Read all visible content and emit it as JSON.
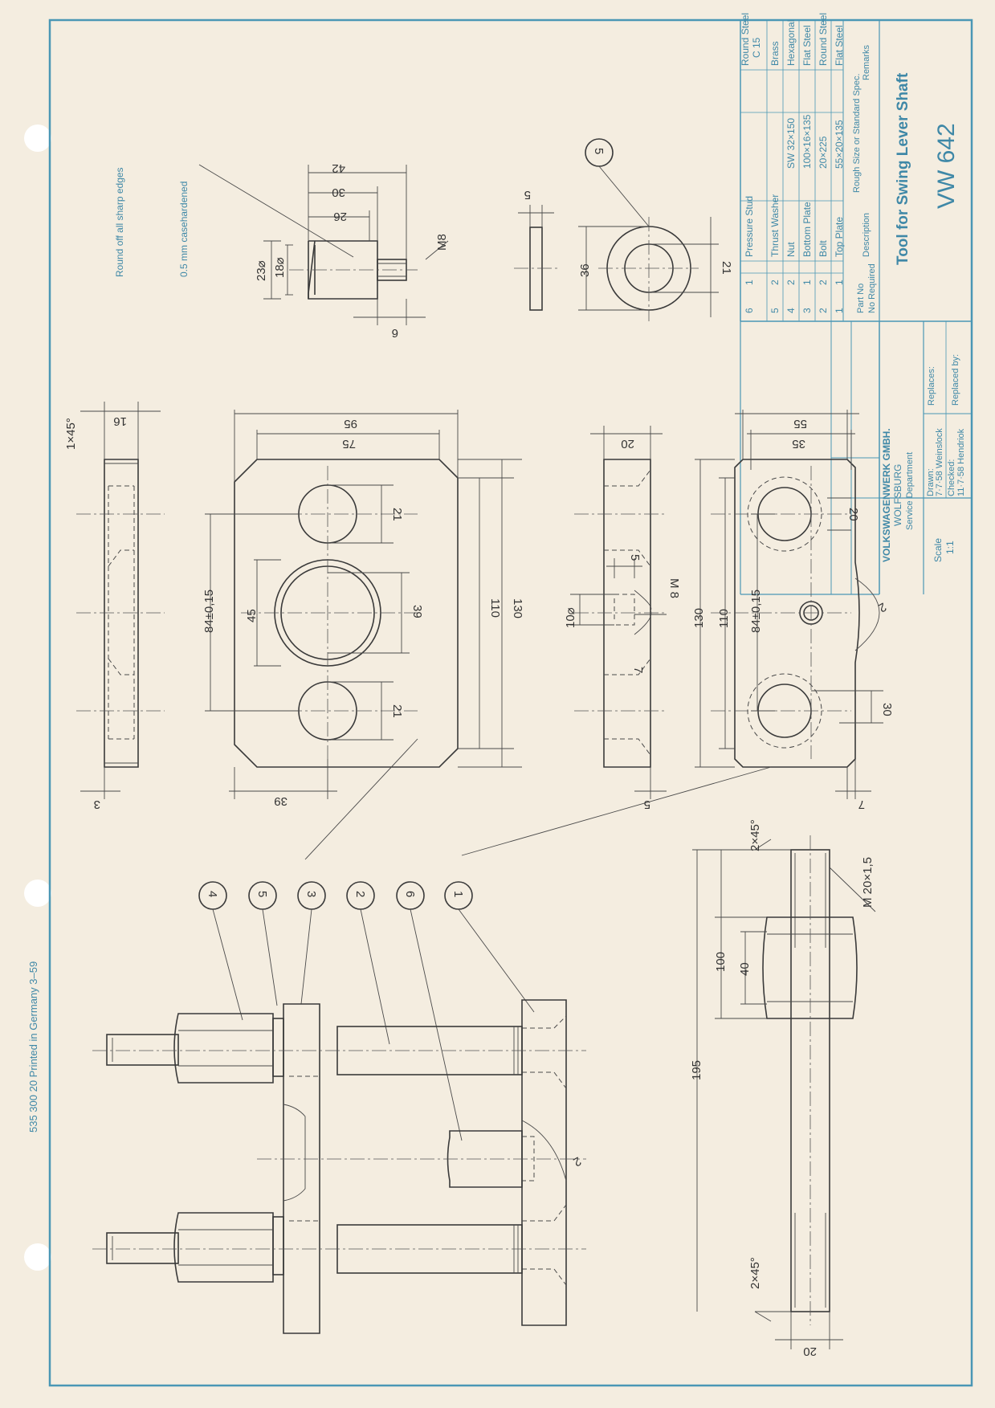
{
  "colors": {
    "paper": "#f4ede0",
    "frame_blue": "#4a97b5",
    "text_blue": "#3f88a7",
    "ink": "#3a3a3a"
  },
  "print_code": "535 300 20  Printed in Germany  3–59",
  "notes": {
    "sharp_edges": "Round off all sharp edges",
    "casehardened": "0.5 mm  casehardened"
  },
  "title_block": {
    "company": "VOLKSWAGENWERK GMBH.",
    "city": "WOLFSBURG",
    "department": "Service Department",
    "scale_label": "Scale",
    "scale_value": "1:1",
    "drawn": "Drawn:",
    "drawn_value": "7·7·58  Weinslock",
    "checked": "Checked:",
    "checked_value": "11·7·58 Hendriok",
    "replaces": "Replaces:",
    "replaced_by": "Replaced by:",
    "title": "Tool for Swing Lever Shaft",
    "number": "VW 642"
  },
  "parts_list": {
    "headers": {
      "part_no": "Part No",
      "no_required": "No Required",
      "description": "Description",
      "size": "Rough Size or Standard Spec.",
      "remarks": "Remarks"
    },
    "rows": [
      {
        "part": "6",
        "qty": "1",
        "desc": "Pressure Stud",
        "size": "",
        "remark": "Round Steel",
        "remark2": "C 15"
      },
      {
        "part": "5",
        "qty": "2",
        "desc": "Thrust Washer",
        "size": "",
        "remark": "Brass",
        "remark2": ""
      },
      {
        "part": "4",
        "qty": "2",
        "desc": "Nut",
        "size": "SW 32×150",
        "remark": "Hexagonal",
        "remark2": ""
      },
      {
        "part": "3",
        "qty": "1",
        "desc": "Bottom Plate",
        "size": "100×16×135",
        "remark": "Flat Steel",
        "remark2": ""
      },
      {
        "part": "2",
        "qty": "2",
        "desc": "Bolt",
        "size": "20×225",
        "remark": "Round Steel",
        "remark2": ""
      },
      {
        "part": "1",
        "qty": "1",
        "desc": "Top Plate",
        "size": "55×20×135",
        "remark": "Flat Steel",
        "remark2": ""
      }
    ]
  },
  "balloons": [
    "4",
    "5",
    "3",
    "2",
    "6",
    "1",
    "5"
  ],
  "dims": {
    "d23": "23⌀",
    "d18": "18⌀",
    "d26": "26",
    "d30": "30",
    "d42": "42",
    "m8": "M8",
    "d6": "6",
    "d5": "5",
    "d36": "36",
    "d21": "21",
    "d16": "16",
    "d1x45": "1×45°",
    "d3": "3",
    "d95": "95",
    "d75": "75",
    "d84": "84±0,15",
    "d45": "45",
    "d39": "39",
    "d21a": "21",
    "d21b": "21",
    "d110": "110",
    "d130": "130",
    "d39b": "39",
    "d20": "20",
    "d10": "10⌀",
    "d5b": "5",
    "m8b": "M 8",
    "d7": "7",
    "d5c": "5",
    "d55": "55",
    "d35": "35",
    "d20b": "20",
    "d130b": "130",
    "d110b": "110",
    "d84b": "84±0,15",
    "d30b": "30",
    "d7b": "7",
    "d2": "2",
    "d2x45a": "2×45°",
    "m20": "M 20×1,5",
    "d195": "195",
    "d100": "100",
    "d40": "40",
    "d2x45b": "2×45°",
    "d20c": "20",
    "d2b": "2"
  }
}
